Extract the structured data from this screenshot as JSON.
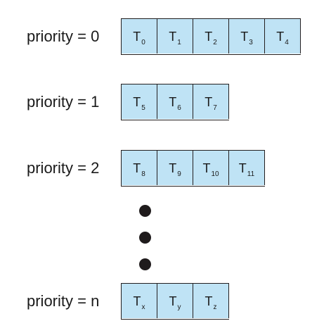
{
  "rows": [
    {
      "label": "priority = 0",
      "threads": [
        {
          "base": "T",
          "sub": "0"
        },
        {
          "base": "T",
          "sub": "1"
        },
        {
          "base": "T",
          "sub": "2"
        },
        {
          "base": "T",
          "sub": "3"
        },
        {
          "base": "T",
          "sub": "4"
        }
      ]
    },
    {
      "label": "priority = 1",
      "threads": [
        {
          "base": "T",
          "sub": "5"
        },
        {
          "base": "T",
          "sub": "6"
        },
        {
          "base": "T",
          "sub": "7"
        }
      ]
    },
    {
      "label": "priority = 2",
      "threads": [
        {
          "base": "T",
          "sub": "8"
        },
        {
          "base": "T",
          "sub": "9"
        },
        {
          "base": "T",
          "sub": "10"
        },
        {
          "base": "T",
          "sub": "11"
        }
      ]
    },
    {
      "label": "priority = n",
      "threads": [
        {
          "base": "T",
          "sub": "x"
        },
        {
          "base": "T",
          "sub": "y"
        },
        {
          "base": "T",
          "sub": "z"
        }
      ]
    }
  ],
  "colors": {
    "cell_fill": "#bfe3f5",
    "outline": "#231f20",
    "dot": "#1f1b1c"
  }
}
